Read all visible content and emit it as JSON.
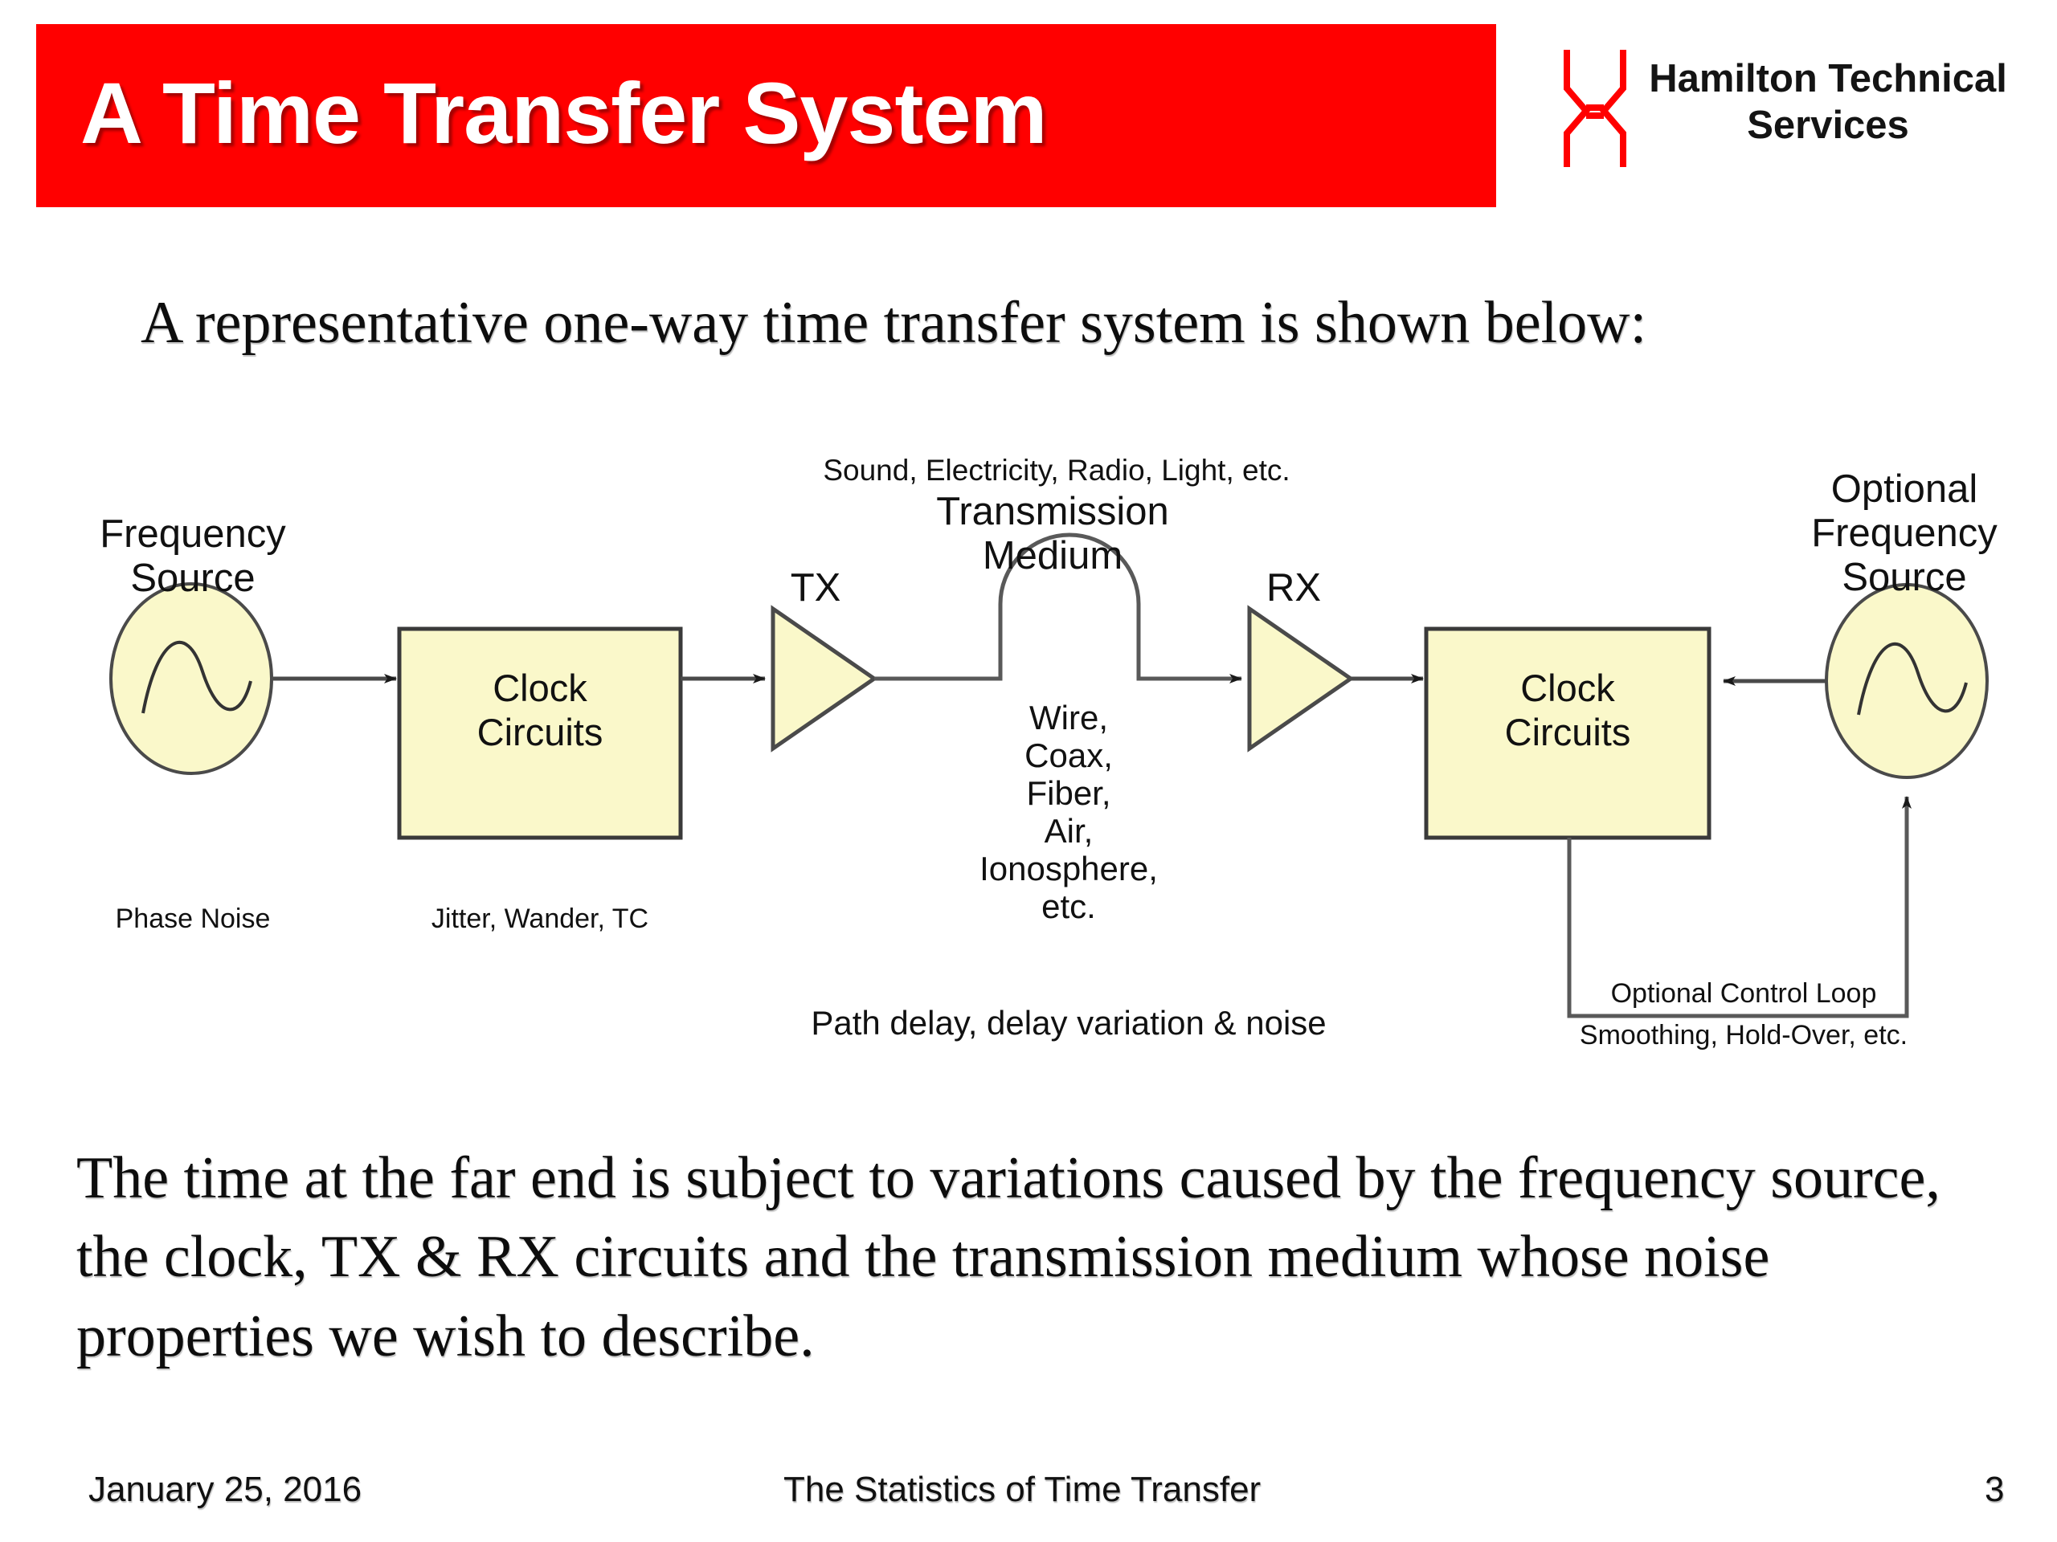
{
  "slide": {
    "title": "A Time Transfer System",
    "banner_color": "#FF0000",
    "title_color": "#FFFFFF"
  },
  "logo": {
    "mark_name": "hourglass-mark",
    "mark_color": "#FF0000",
    "line1": "Hamilton Technical",
    "line2": "Services"
  },
  "intro": {
    "text": "A representative one-way time transfer system is shown below:"
  },
  "diagram": {
    "fill_color": "#FAF8CA",
    "stroke_color": "#595959",
    "labels": {
      "freq_source_left": "Frequency\nSource",
      "phase_noise": "Phase Noise",
      "clock_box_left": "Clock\nCircuits",
      "jitter_wander": "Jitter, Wander, TC",
      "tx": "TX",
      "rx": "RX",
      "medium_kinds": "Sound, Electricity, Radio, Light, etc.",
      "medium_title": "Transmission\nMedium",
      "medium_list": "Wire,\nCoax,\nFiber,\nAir,\nIonosphere,\netc.",
      "path_delay": "Path delay, delay variation & noise",
      "clock_box_right": "Clock\nCircuits",
      "freq_source_right": "Optional\nFrequency\nSource",
      "control_loop_1": "Optional Control Loop",
      "control_loop_2": "Smoothing, Hold-Over, etc."
    }
  },
  "body": {
    "paragraph": "The time at the far end is subject to variations caused by the frequency source, the clock, TX & RX circuits and the transmission medium whose noise properties we wish to describe."
  },
  "footer": {
    "date": "January 25, 2016",
    "title": "The Statistics of Time Transfer",
    "page": "3"
  }
}
